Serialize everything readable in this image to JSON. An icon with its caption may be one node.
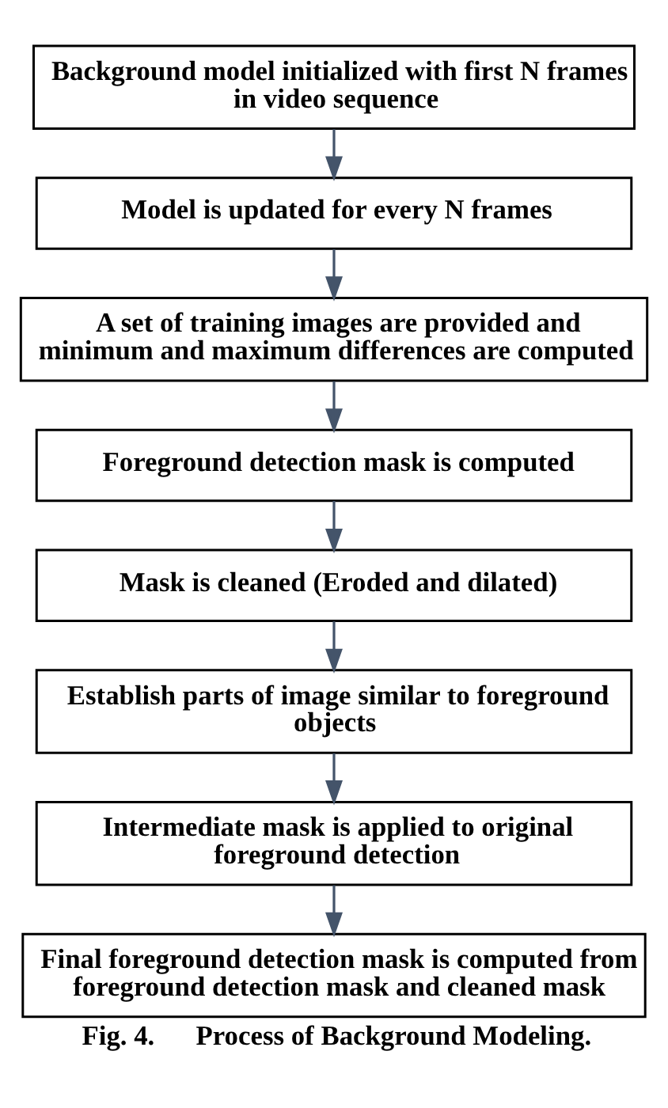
{
  "diagram": {
    "caption": "Fig. 4.      Process of Background Modeling.",
    "nodes": [
      {
        "text": [
          "Background model initialized with first N frames in video sequence"
        ]
      },
      {
        "text": [
          "Model is updated for every N frames"
        ]
      },
      {
        "text": [
          "A set of training images are provided and minimum and maximum differences are computed"
        ]
      },
      {
        "text": [
          "Foreground detection mask is computed"
        ]
      },
      {
        "text": [
          "Mask is cleaned (Eroded and dilated)"
        ]
      },
      {
        "text": [
          "Establish parts of image similar to foreground objects"
        ]
      },
      {
        "text": [
          "Intermediate mask is applied to original foreground detection"
        ]
      },
      {
        "text": [
          "Final foreground detection mask is computed from foreground detection mask and cleaned mask"
        ]
      }
    ],
    "edges": [
      {
        "from": 0,
        "to": 1,
        "arrow": "to"
      },
      {
        "from": 1,
        "to": 2,
        "arrow": "to"
      },
      {
        "from": 2,
        "to": 3,
        "arrow": "to"
      },
      {
        "from": 3,
        "to": 4,
        "arrow": "to"
      },
      {
        "from": 4,
        "to": 5,
        "arrow": "to"
      },
      {
        "from": 5,
        "to": 6,
        "arrow": "to"
      },
      {
        "from": 6,
        "to": 7,
        "arrow": "to"
      }
    ]
  }
}
